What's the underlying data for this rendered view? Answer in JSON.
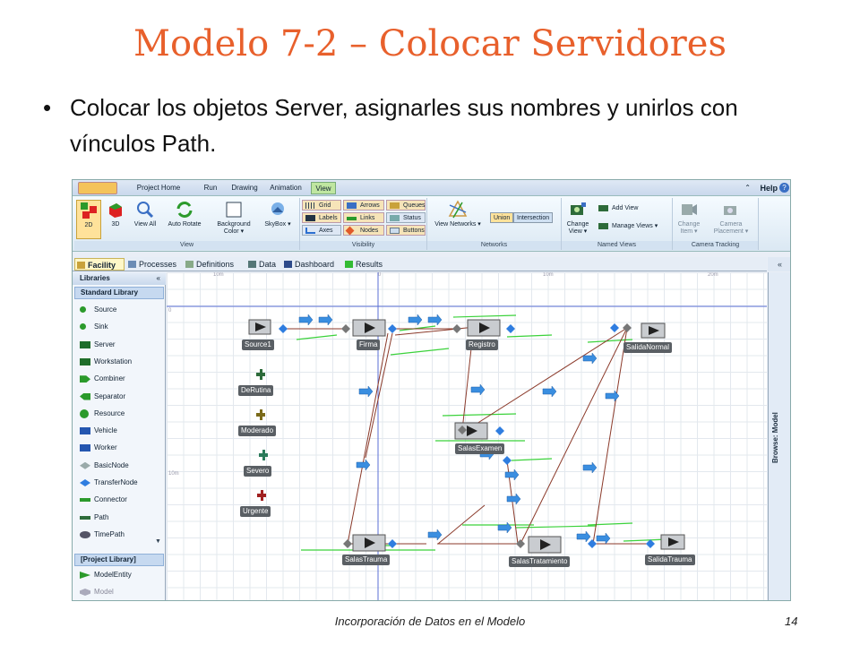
{
  "slide": {
    "title": "Modelo 7-2 – Colocar Servidores",
    "bullet": "Colocar los objetos Server, asignarles sus nombres y unirlos con vínculos Path.",
    "footer": "Incorporación de Datos en el Modelo",
    "page": "14"
  },
  "ribbon": {
    "tabs": [
      "Project Home",
      "Run",
      "Drawing",
      "Animation",
      "View"
    ],
    "active_tab": "View",
    "help": "Help",
    "groups": {
      "view": {
        "label": "View",
        "buttons": [
          "2D",
          "3D",
          "View All",
          "Auto Rotate",
          "Background Color ▾",
          "SkyBox ▾"
        ]
      },
      "visibility": {
        "label": "Visibility",
        "buttons": [
          "Grid",
          "Labels",
          "Axes",
          "Arrows",
          "Links",
          "Nodes",
          "Queues",
          "Status",
          "Buttons"
        ]
      },
      "networks": {
        "label": "Networks",
        "buttons": [
          "View Networks ▾",
          "Union",
          "Intersection"
        ]
      },
      "named_views": {
        "label": "Named Views",
        "buttons": [
          "Change View ▾",
          "Add View",
          "Manage Views ▾"
        ]
      },
      "camera_tracking": {
        "label": "Camera Tracking",
        "buttons": [
          "Change Item ▾",
          "Camera Placement ▾"
        ]
      }
    }
  },
  "doc_tabs": [
    "Facility",
    "Processes",
    "Definitions",
    "Data",
    "Dashboard",
    "Results"
  ],
  "active_doc_tab": "Facility",
  "libraries": {
    "header": "Libraries",
    "standard_title": "Standard Library",
    "standard_items": [
      "Source",
      "Sink",
      "Server",
      "Workstation",
      "Combiner",
      "Separator",
      "Resource",
      "Vehicle",
      "Worker",
      "BasicNode",
      "TransferNode",
      "Connector",
      "Path",
      "TimePath"
    ],
    "project_title": "[Project Library]",
    "project_items": [
      "ModelEntity",
      "Model"
    ]
  },
  "browse_panel": {
    "label": "Browse: Model"
  },
  "canvas": {
    "ruler": [
      "10m",
      "0",
      "10m",
      "20m",
      "0",
      "10m"
    ],
    "objects": {
      "source1": "Source1",
      "firma": "Firma",
      "registro": "Registro",
      "salida_normal": "SalidaNormal",
      "salas_examen": "SalasExamen",
      "salas_trauma": "SalasTrauma",
      "salas_tratamiento": "SalasTratamiento",
      "salida_trauma": "SalidaTrauma",
      "de_rutina": "DeRutina",
      "moderado": "Moderado",
      "severo": "Severo",
      "urgente": "Urgente"
    }
  },
  "colors": {
    "title": "#e8602c",
    "path_line": "#8b3a2a",
    "node": "#2f7de0",
    "queue_line": "#3bd23b",
    "entity_arrow": "#3a8ee0"
  }
}
